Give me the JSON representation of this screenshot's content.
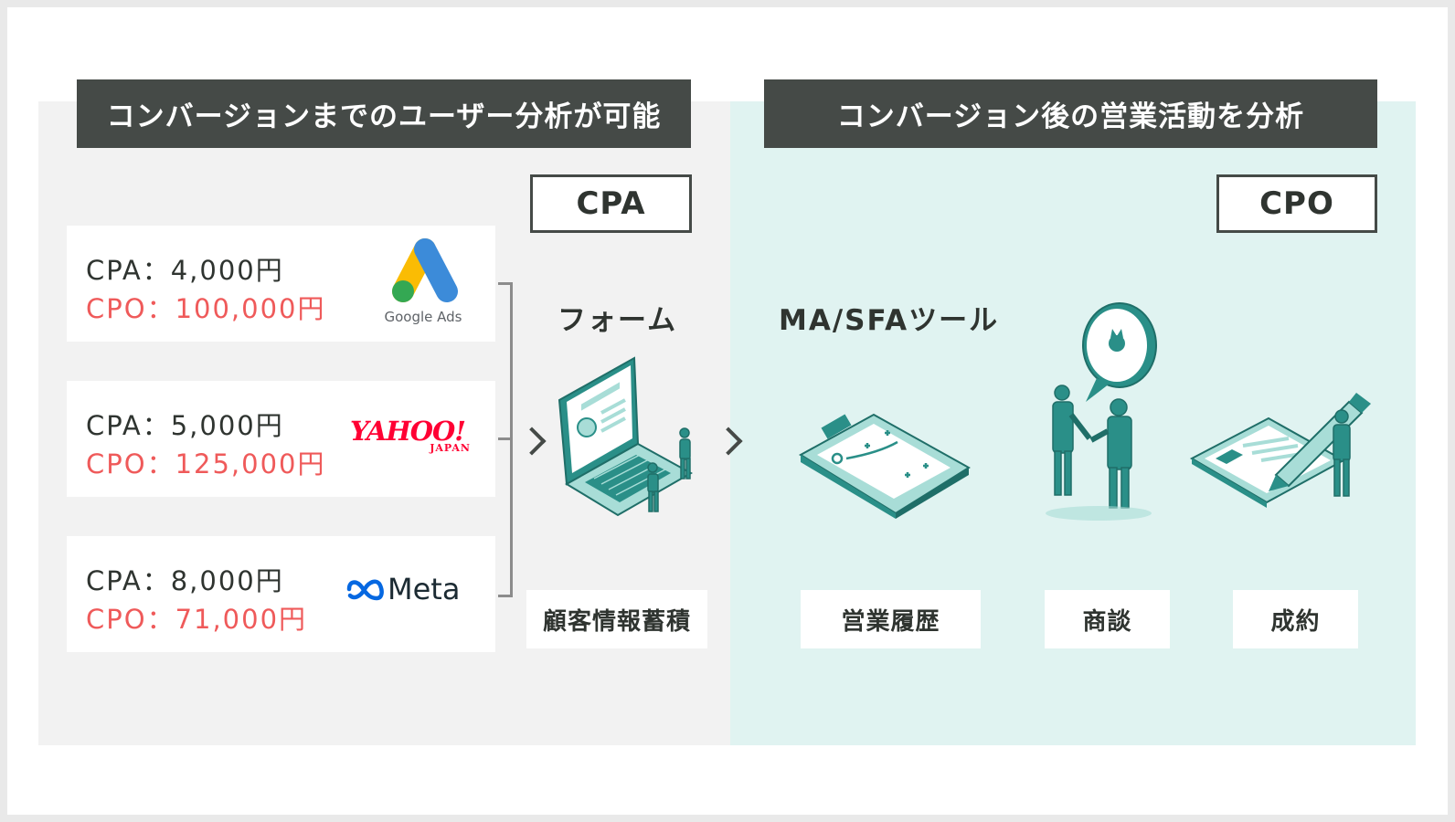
{
  "banners": {
    "left": "コンバージョンまでのユーザー分析が可能",
    "right": "コンバージョン後の営業活動を分析"
  },
  "metrics": {
    "cpa": "CPA",
    "cpo": "CPO"
  },
  "ads": [
    {
      "cpa": "CPA：4,000円",
      "cpo": "CPO：100,000円",
      "logo_text": "Google Ads",
      "logo_icon": "google-ads-icon"
    },
    {
      "cpa": "CPA：5,000円",
      "cpo": "CPO：125,000円",
      "logo_text": "YAHOO!",
      "logo_sub": "JAPAN",
      "logo_icon": "yahoo-japan-logo"
    },
    {
      "cpa": "CPA：8,000円",
      "cpo": "CPO：71,000円",
      "logo_text": "Meta",
      "logo_icon": "meta-infinity-icon"
    }
  ],
  "form": {
    "title": "フォーム",
    "stage": "顧客情報蓄積"
  },
  "tool": {
    "title": "MA/SFAツール"
  },
  "stages": [
    "営業履歴",
    "商談",
    "成約"
  ],
  "colors": {
    "banner": "#454a47",
    "cpo_red": "#ef5a5a",
    "teal": "#2a8f88",
    "teal_light": "#a8ddd7",
    "panel_left": "#f2f2f2",
    "panel_right": "#e0f3f1",
    "google_blue": "#3c8bd9",
    "google_yellow": "#fabc04",
    "google_green": "#34a853",
    "yahoo_red": "#ff0033",
    "meta_blue": "#0668e1"
  }
}
